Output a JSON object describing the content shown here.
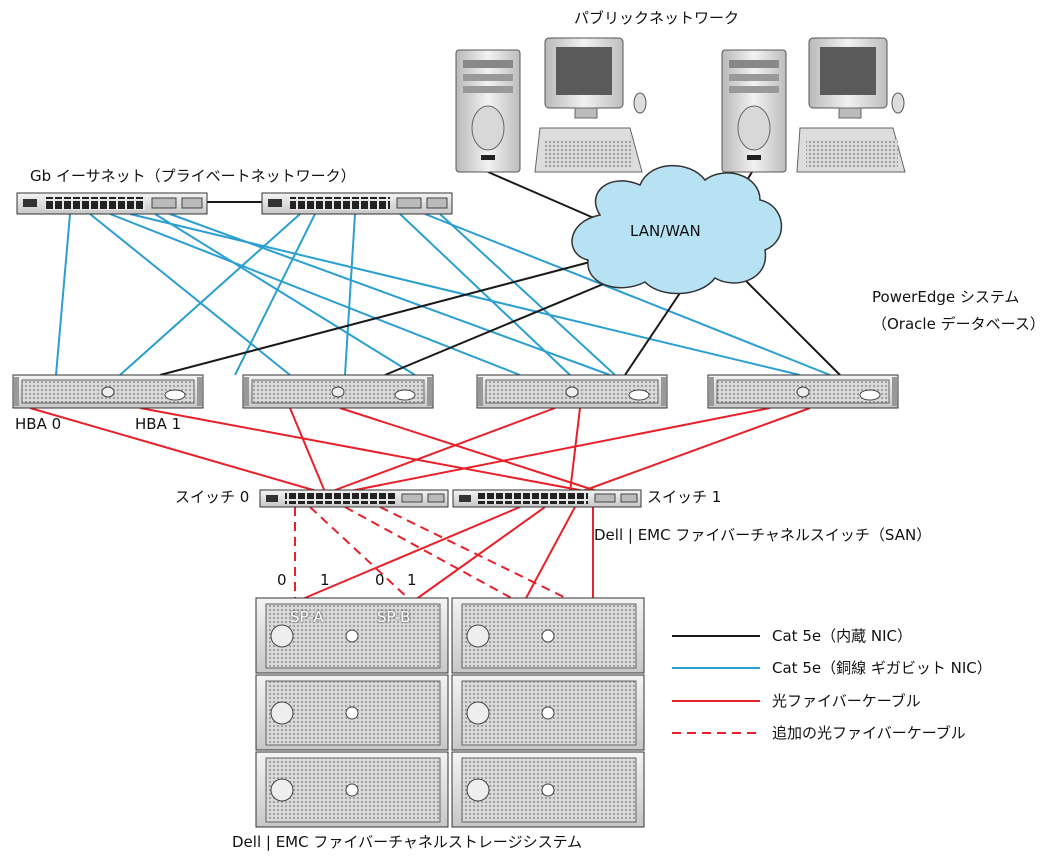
{
  "title_public_network": "パブリックネットワーク",
  "gb_ethernet_label": "Gb イーサネット（プライベートネットワーク）",
  "cloud_label": "LAN/WAN",
  "poweredge_label": "PowerEdge システム（Oracle データベース）",
  "hba0_label": "HBA 0",
  "hba1_label": "HBA 1",
  "switch0_label": "スイッチ 0",
  "switch1_label": "スイッチ 1",
  "fc_switch_label": "Dell | EMC ファイバーチャネルスイッチ（SAN）",
  "storage_label": "Dell | EMC ファイバーチャネルストレージシステム",
  "port_labels": [
    "0",
    "1",
    "0",
    "1"
  ],
  "sp_a_label": "SP-A",
  "sp_b_label": "SP-B",
  "legend": {
    "black": "Cat 5e（内蔵 NIC）",
    "blue": "Cat 5e（銅線 ギガビット NIC）",
    "red": "光ファイバーケーブル",
    "red_dashed": "追加の光ファイバーケーブル"
  },
  "colors": {
    "black_cable": "#1a1a1a",
    "blue_cable": "#2b9fd0",
    "red_cable": "#e8202a",
    "cloud_fill": "#b7e2f3"
  },
  "icons": [
    "desktop-computer-icon",
    "cloud-icon",
    "network-switch-icon",
    "server-icon",
    "storage-enclosure-icon"
  ]
}
